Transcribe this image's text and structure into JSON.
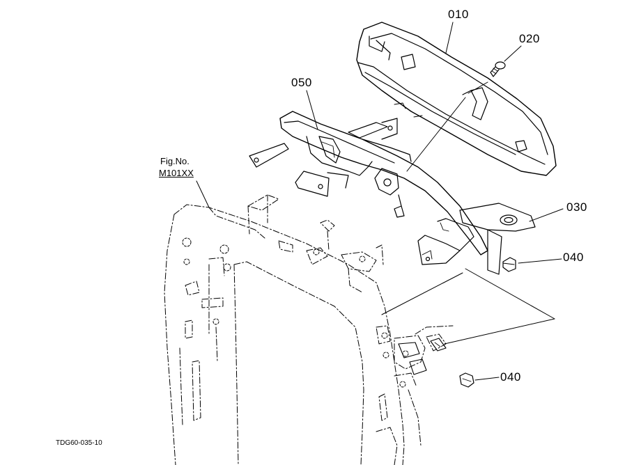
{
  "parts": {
    "p010": "010",
    "p020": "020",
    "p030": "030",
    "p040_upper": "040",
    "p040_lower": "040",
    "p050": "050"
  },
  "figref": {
    "label": "Fig.No.",
    "number": "M101XX"
  },
  "drawing_code": "TDG60-035-10"
}
